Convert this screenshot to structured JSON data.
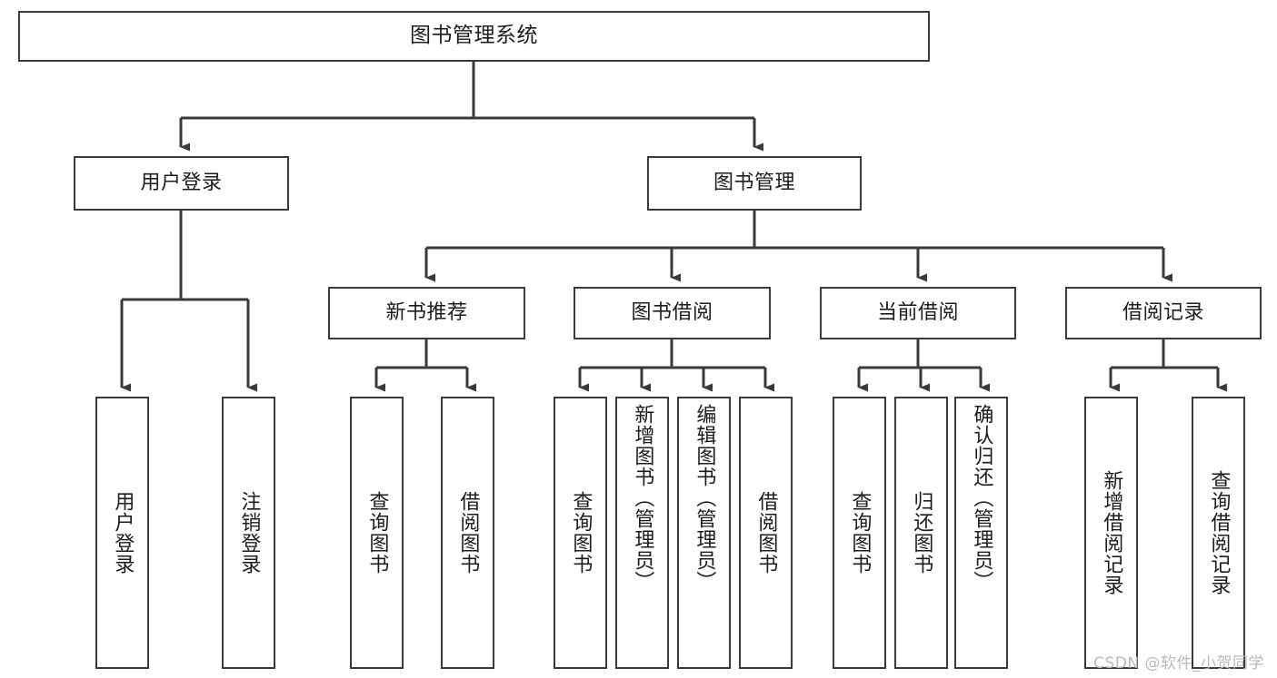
{
  "diagram": {
    "title": "图书管理系统",
    "type": "tree-hierarchy-chart",
    "watermark": "CSDN @软件_小贺同学",
    "colors": {
      "node_border": "#3a3a3a",
      "node_fill": "#ffffff",
      "edge": "#3a3a3a",
      "text": "#1c1c1c",
      "watermark": "#b9b9b9",
      "background": "#ffffff"
    },
    "levels": {
      "root": {
        "label": "图书管理系统"
      },
      "level2": [
        {
          "id": "user-login",
          "label": "用户登录"
        },
        {
          "id": "book-management",
          "label": "图书管理"
        }
      ],
      "level3": [
        {
          "id": "new-book-recommend",
          "label": "新书推荐",
          "parent": "book-management"
        },
        {
          "id": "book-borrow",
          "label": "图书借阅",
          "parent": "book-management"
        },
        {
          "id": "current-borrow",
          "label": "当前借阅",
          "parent": "book-management"
        },
        {
          "id": "borrow-record",
          "label": "借阅记录",
          "parent": "book-management"
        }
      ],
      "leaves": {
        "user_login": [
          {
            "id": "leaf-user-login",
            "label": "用户登录"
          },
          {
            "id": "leaf-logout",
            "label": "注销登录"
          }
        ],
        "new_book_recommend": [
          {
            "id": "leaf-query-book-1",
            "label": "查询图书"
          },
          {
            "id": "leaf-borrow-book-1",
            "label": "借阅图书"
          }
        ],
        "book_borrow": [
          {
            "id": "leaf-query-book-2",
            "label": "查询图书"
          },
          {
            "id": "leaf-add-book",
            "label": "新增图书（管理员）"
          },
          {
            "id": "leaf-edit-book",
            "label": "编辑图书（管理员）"
          },
          {
            "id": "leaf-borrow-book-2",
            "label": "借阅图书"
          }
        ],
        "current_borrow": [
          {
            "id": "leaf-query-book-3",
            "label": "查询图书"
          },
          {
            "id": "leaf-return-book",
            "label": "归还图书"
          },
          {
            "id": "leaf-confirm-return",
            "label": "确认归还（管理员）"
          }
        ],
        "borrow_record": [
          {
            "id": "leaf-add-record",
            "label": "新增借阅记录"
          },
          {
            "id": "leaf-query-record",
            "label": "查询借阅记录"
          }
        ]
      }
    }
  }
}
